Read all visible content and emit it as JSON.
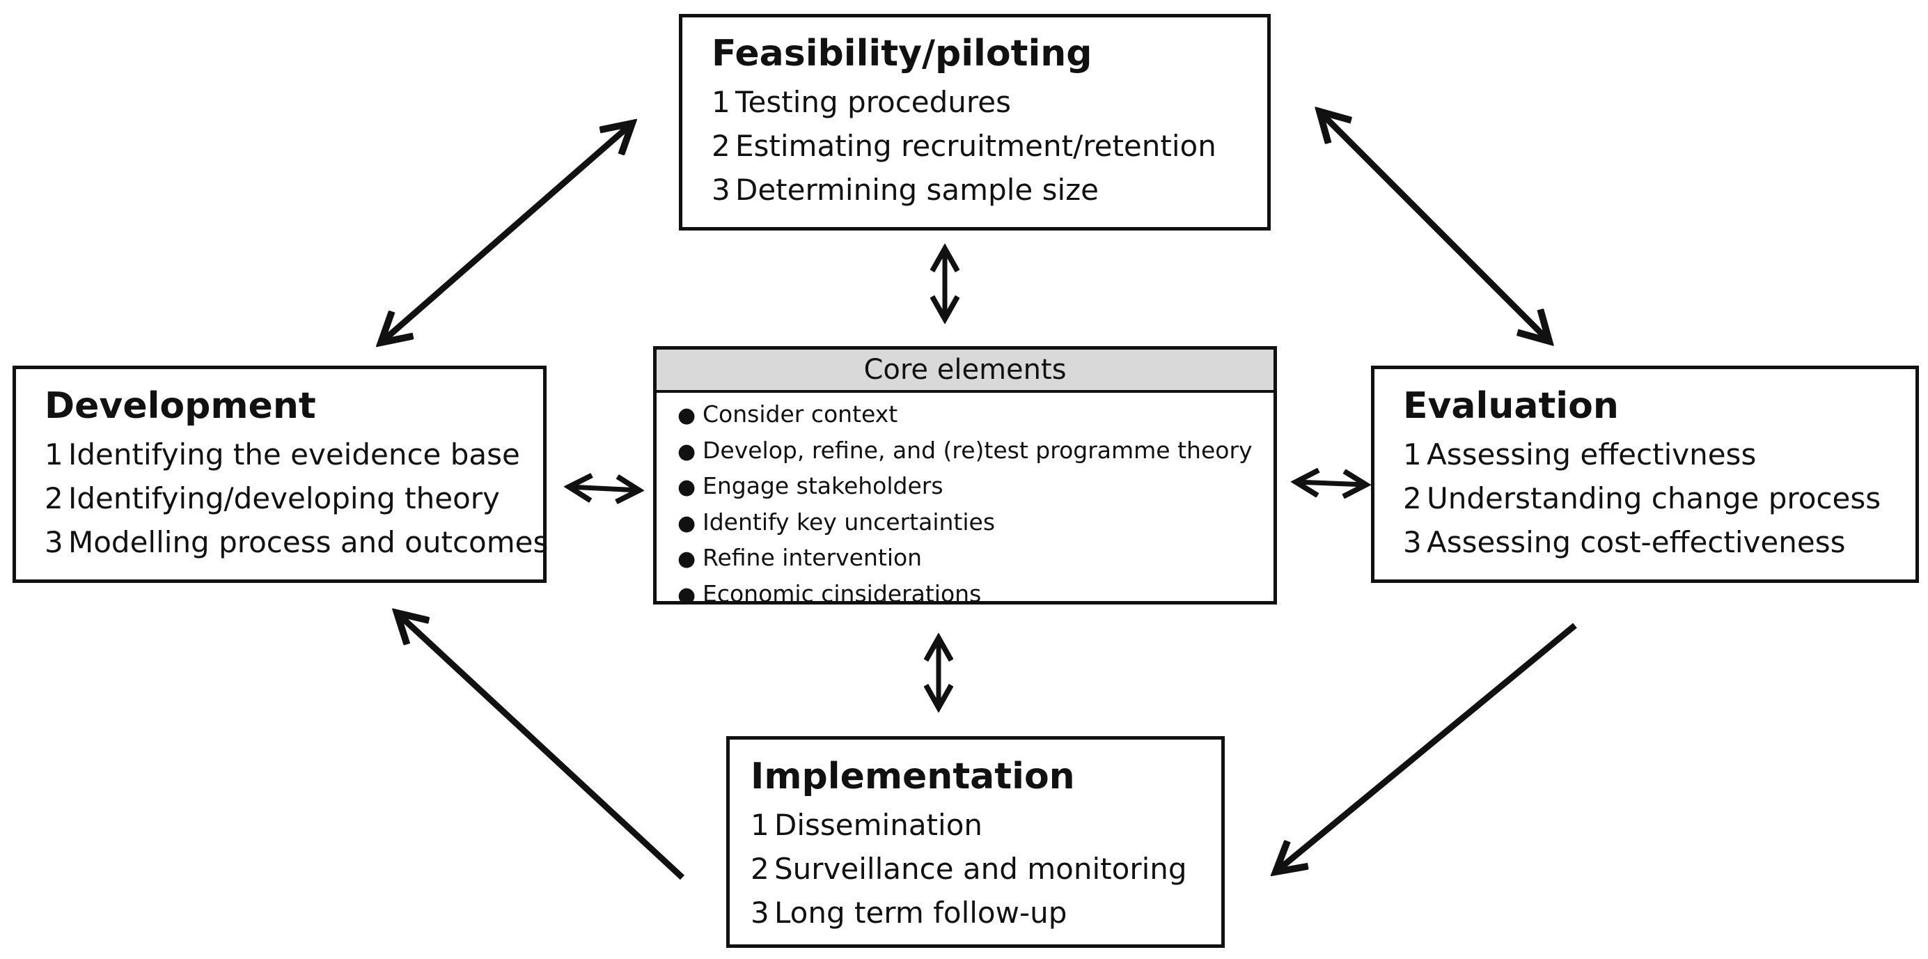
{
  "feasibility": {
    "title": "Feasibility/piloting",
    "items": [
      {
        "num": "1",
        "text": "Testing procedures"
      },
      {
        "num": "2",
        "text": "Estimating recruitment/retention"
      },
      {
        "num": "3",
        "text": "Determining sample size"
      }
    ]
  },
  "development": {
    "title": "Development",
    "items": [
      {
        "num": "1",
        "text": "Identifying the eveidence base"
      },
      {
        "num": "2",
        "text": "Identifying/developing theory"
      },
      {
        "num": "3",
        "text": "Modelling process and outcomes"
      }
    ]
  },
  "evaluation": {
    "title": "Evaluation",
    "items": [
      {
        "num": "1",
        "text": "Assessing effectivness"
      },
      {
        "num": "2",
        "text": "Understanding change process"
      },
      {
        "num": "3",
        "text": "Assessing cost-effectiveness"
      }
    ]
  },
  "implementation": {
    "title": "Implementation",
    "items": [
      {
        "num": "1",
        "text": "Dissemination"
      },
      {
        "num": "2",
        "text": "Surveillance and monitoring"
      },
      {
        "num": "3",
        "text": "Long term follow-up"
      }
    ]
  },
  "core": {
    "title": "Core elements",
    "items": [
      "Consider context",
      "Develop, refine, and (re)test programme theory",
      "Engage stakeholders",
      "Identify key uncertainties",
      "Refine intervention",
      "Economic cinsiderations"
    ]
  },
  "colors": {
    "stroke": "#111111",
    "core_header_bg": "#d9d9d9"
  }
}
